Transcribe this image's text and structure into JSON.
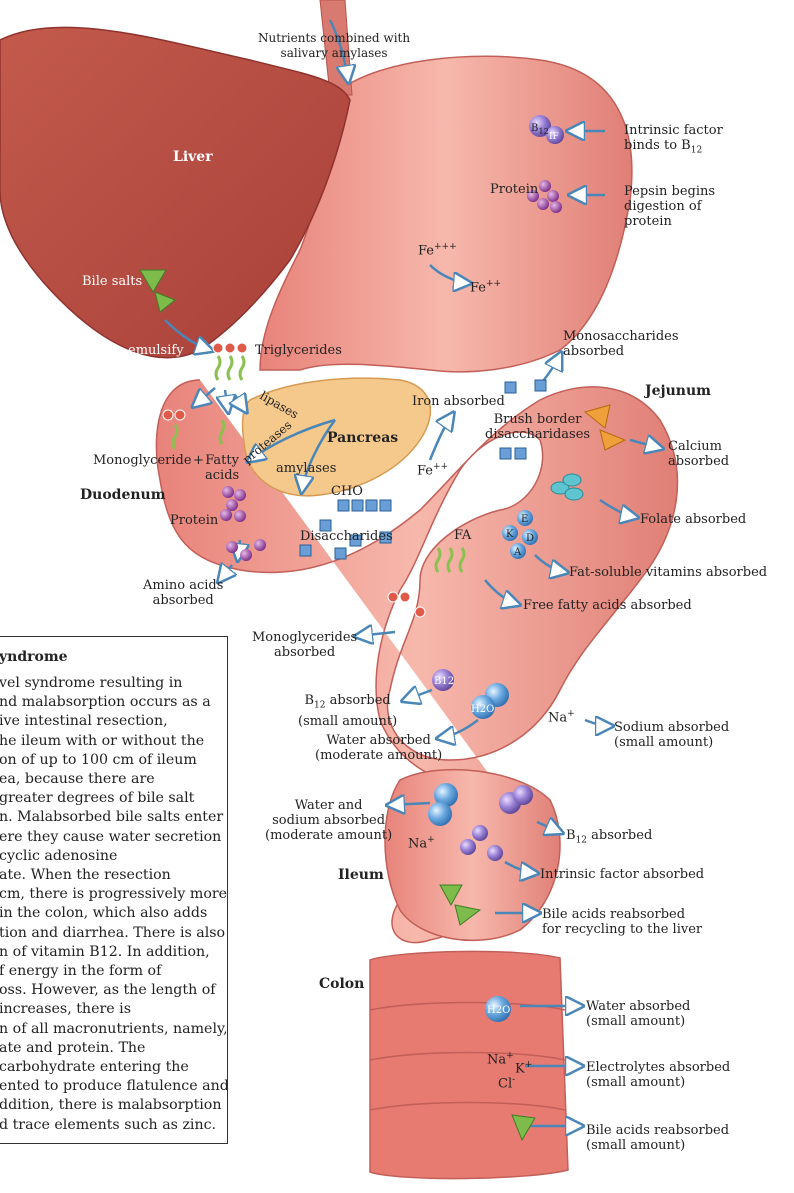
{
  "labels": {
    "nutrients_line1": "Nutrients combined with",
    "nutrients_line2": "salivary amylases",
    "liver": "Liver",
    "intrinsic_line1": "Intrinsic factor",
    "intrinsic_line2": "binds to B",
    "intrinsic_sub": "12",
    "protein_stomach": "Protein",
    "pepsin_line1": "Pepsin begins",
    "pepsin_line2": "digestion of",
    "pepsin_line3": "protein",
    "fe3": "Fe",
    "fe3_sup": "+++",
    "fe2": "Fe",
    "fe2_sup": "++",
    "bile_salts": "Bile salts",
    "emulsify": "emulsify",
    "triglycerides": "Triglycerides",
    "mono_line1": "Monosaccharides",
    "mono_line2": "absorbed",
    "jejunum": "Jejunum",
    "iron_absorbed": "Iron absorbed",
    "brush_line1": "Brush border",
    "brush_line2": "disaccharidases",
    "lipases": "lipases",
    "proteases": "proteases",
    "pancreas": "Pancreas",
    "calcium_line1": "Calcium",
    "calcium_line2": "absorbed",
    "monoglyceride": "Monoglyceride",
    "plus": "+",
    "fatty_line1": "Fatty",
    "fatty_line2": "acids",
    "amylases": "amylases",
    "fe_duo": "Fe",
    "fe_duo_sup": "++",
    "duodenum": "Duodenum",
    "cho": "CHO",
    "folate": "Folate absorbed",
    "protein_duo": "Protein",
    "disaccharides": "Disaccharides",
    "fa": "FA",
    "vit_e": "E",
    "vit_k": "K",
    "vit_d": "D",
    "vit_a": "A",
    "fat_soluble": "Fat-soluble vitamins absorbed",
    "amino_line1": "Amino acids",
    "amino_line2": "absorbed",
    "free_fatty": "Free fatty acids absorbed",
    "monogly_line1": "Monoglycerides",
    "monogly_line2": "absorbed",
    "b12_abs_line1": "B",
    "b12_abs_sub": "12",
    "b12_abs_rest": " absorbed",
    "b12_abs_line2": "(small amount)",
    "b12_ball": "B12",
    "h2o": "H2O",
    "na": "Na",
    "na_sup": "+",
    "sodium_line1": "Sodium absorbed",
    "sodium_line2": "(small amount)",
    "water_mod_line1": "Water absorbed",
    "water_mod_line2": "(moderate amount)",
    "water_sodium_line1": "Water and",
    "water_sodium_line2": "sodium absorbed",
    "water_sodium_line3": "(moderate amount)",
    "b12_ileum": "B",
    "b12_ileum_sub": "12",
    "b12_ileum_rest": " absorbed",
    "if": "IF",
    "ileum": "Ileum",
    "intrinsic_absorbed": "Intrinsic factor absorbed",
    "bile_reabs_line1": "Bile acids reabsorbed",
    "bile_reabs_line2": "for recycling to the liver",
    "colon": "Colon",
    "water_small_line1": "Water absorbed",
    "water_small_line2": "(small amount)",
    "k": "K",
    "k_sup": "+",
    "cl": "Cl",
    "cl_sup": "-",
    "electro_line1": "Electrolytes absorbed",
    "electro_line2": "(small amount)",
    "bile_colon_line1": "Bile acids reabsorbed",
    "bile_colon_line2": "(small amount)"
  },
  "sidebar": {
    "title": "yndrome",
    "lines": [
      "vel syndrome resulting in",
      "nd malabsorption occurs as a",
      "ive intestinal resection,",
      "he ileum with or without the",
      "on of up to 100 cm of ileum",
      "ea, because there are",
      "greater degrees of bile salt",
      "n. Malabsorbed bile salts enter",
      "ere they cause water secretion",
      "cyclic adenosine",
      "ate. When the resection",
      "cm, there is progressively more",
      " in the colon, which also adds",
      "tion and diarrhea. There is also",
      "n of vitamin B12. In addition,",
      "f energy in the form of",
      "oss. However, as the length of",
      " increases, there is",
      "n of all macronutrients, namely,",
      "ate and protein. The",
      "carbohydrate entering the",
      "ented to produce flatulence and",
      "ddition, there is malabsorption",
      "d trace elements such as zinc."
    ]
  }
}
